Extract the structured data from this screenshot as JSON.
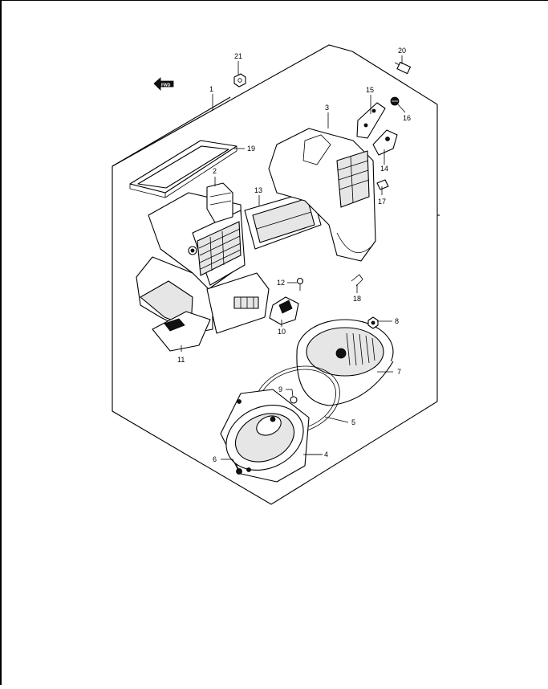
{
  "diagram": {
    "callouts": [
      {
        "id": "1",
        "label": "1"
      },
      {
        "id": "2",
        "label": "2"
      },
      {
        "id": "3",
        "label": "3"
      },
      {
        "id": "4",
        "label": "4"
      },
      {
        "id": "5",
        "label": "5"
      },
      {
        "id": "6",
        "label": "6"
      },
      {
        "id": "7",
        "label": "7"
      },
      {
        "id": "8",
        "label": "8"
      },
      {
        "id": "9",
        "label": "9"
      },
      {
        "id": "10",
        "label": "10"
      },
      {
        "id": "11",
        "label": "11"
      },
      {
        "id": "12",
        "label": "12"
      },
      {
        "id": "13",
        "label": "13"
      },
      {
        "id": "14",
        "label": "14"
      },
      {
        "id": "15",
        "label": "15"
      },
      {
        "id": "16",
        "label": "16"
      },
      {
        "id": "17",
        "label": "17"
      },
      {
        "id": "18",
        "label": "18"
      },
      {
        "id": "19",
        "label": "19"
      },
      {
        "id": "20",
        "label": "20"
      },
      {
        "id": "21",
        "label": "21"
      }
    ],
    "front_arrow_label": "FWD"
  }
}
